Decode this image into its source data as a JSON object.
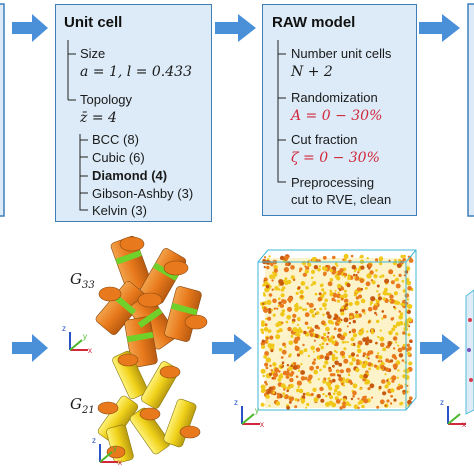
{
  "colors": {
    "arrow": "#4a90d9",
    "box_fill": "#dcebf7",
    "box_border": "#3f7fb8",
    "highlight": "#d2283c"
  },
  "unit_cell": {
    "title": "Unit cell",
    "size_label": "Size",
    "size_value": "a = 1, l = 0.433",
    "topology_label": "Topology",
    "topology_value": "z̄ = 4",
    "lattices": [
      "BCC (8)",
      "Cubic (6)",
      "Diamond (4)",
      "Gibson-Ashby (3)",
      "Kelvin (3)"
    ]
  },
  "raw_model": {
    "title": "RAW model",
    "items": [
      {
        "label": "Number unit cells",
        "value": "N + 2"
      },
      {
        "label": "Randomization",
        "value": "A = 0 − 30%"
      },
      {
        "label": "Cut fraction",
        "value": "ζ = 0 − 30%"
      },
      {
        "label": "Preprocessing",
        "value": "cut to RVE, clean"
      }
    ]
  },
  "figures": {
    "g33_label": "G33",
    "g21_label": "G21",
    "axis_x": "x",
    "axis_y": "y",
    "axis_z": "z"
  }
}
